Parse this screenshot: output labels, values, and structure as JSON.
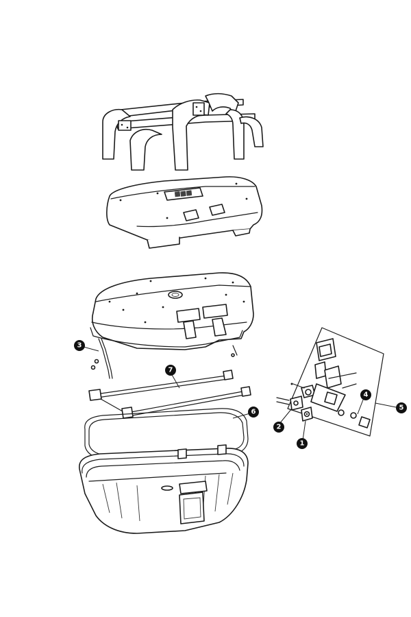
{
  "callouts": [
    {
      "id": "1",
      "label": "1"
    },
    {
      "id": "2",
      "label": "2"
    },
    {
      "id": "3",
      "label": "3"
    },
    {
      "id": "4",
      "label": "4"
    },
    {
      "id": "5",
      "label": "5"
    },
    {
      "id": "6",
      "label": "6"
    },
    {
      "id": "7",
      "label": "7"
    }
  ],
  "colors": {
    "line": "#1a1a1a",
    "badge": "#111111",
    "background": "#ffffff"
  }
}
